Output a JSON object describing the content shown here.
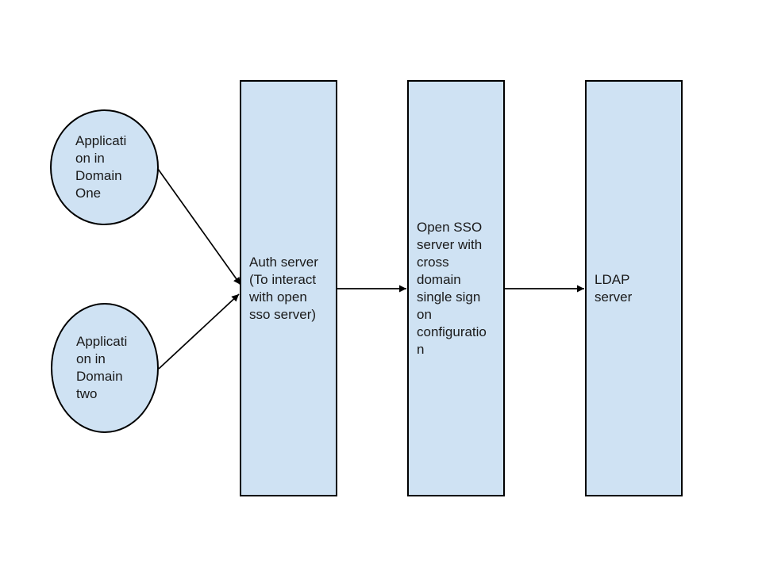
{
  "diagram": {
    "colors": {
      "background": "#ffffff",
      "node_fill": "#cfe2f3",
      "node_border": "#000000",
      "arrow_color": "#000000",
      "text_color": "#1a1a1a"
    },
    "nodes": {
      "app_domain_one": {
        "shape": "ellipse",
        "label": "Applicati\non in\nDomain\nOne"
      },
      "app_domain_two": {
        "shape": "ellipse",
        "label": "Applicati\non in\nDomain\ntwo"
      },
      "auth_server": {
        "shape": "rectangle",
        "label": "Auth server\n(To interact\nwith open\nsso server)"
      },
      "open_sso_server": {
        "shape": "rectangle",
        "label": "Open SSO\nserver with\ncross\ndomain\nsingle sign\non\nconfiguratio\nn"
      },
      "ldap_server": {
        "shape": "rectangle",
        "label": "LDAP\nserver"
      }
    },
    "connectors": [
      {
        "from": "app_domain_one",
        "to": "auth_server",
        "style": "arrow"
      },
      {
        "from": "app_domain_two",
        "to": "auth_server",
        "style": "arrow"
      },
      {
        "from": "auth_server",
        "to": "open_sso_server",
        "style": "arrow"
      },
      {
        "from": "open_sso_server",
        "to": "ldap_server",
        "style": "arrow"
      }
    ]
  }
}
